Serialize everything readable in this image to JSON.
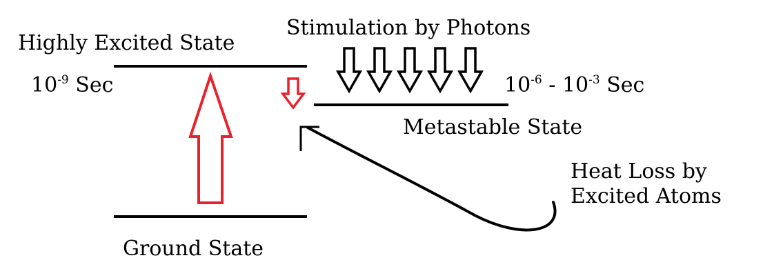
{
  "labels": {
    "highly_excited_state": "Highly Excited State",
    "stimulation": "Stimulation by Photons",
    "metastable_state": "Metastable State",
    "ground_state": "Ground State",
    "heat_loss_line1": "Heat Loss by",
    "heat_loss_line2": "Excited Atoms"
  },
  "timing": {
    "excited_base": "10",
    "excited_exp": "-9",
    "excited_unit": " Sec",
    "meta_base1": "10",
    "meta_exp1": "-6",
    "meta_sep": " - 10",
    "meta_exp2": "-3",
    "meta_unit": " Sec"
  },
  "colors": {
    "levels": "#000000",
    "pump_arrow": "#e8222a",
    "decay_arrow": "#e8222a",
    "photon_arrows": "#000000",
    "heat_curve": "#000000"
  },
  "photon_arrow_count": 5
}
